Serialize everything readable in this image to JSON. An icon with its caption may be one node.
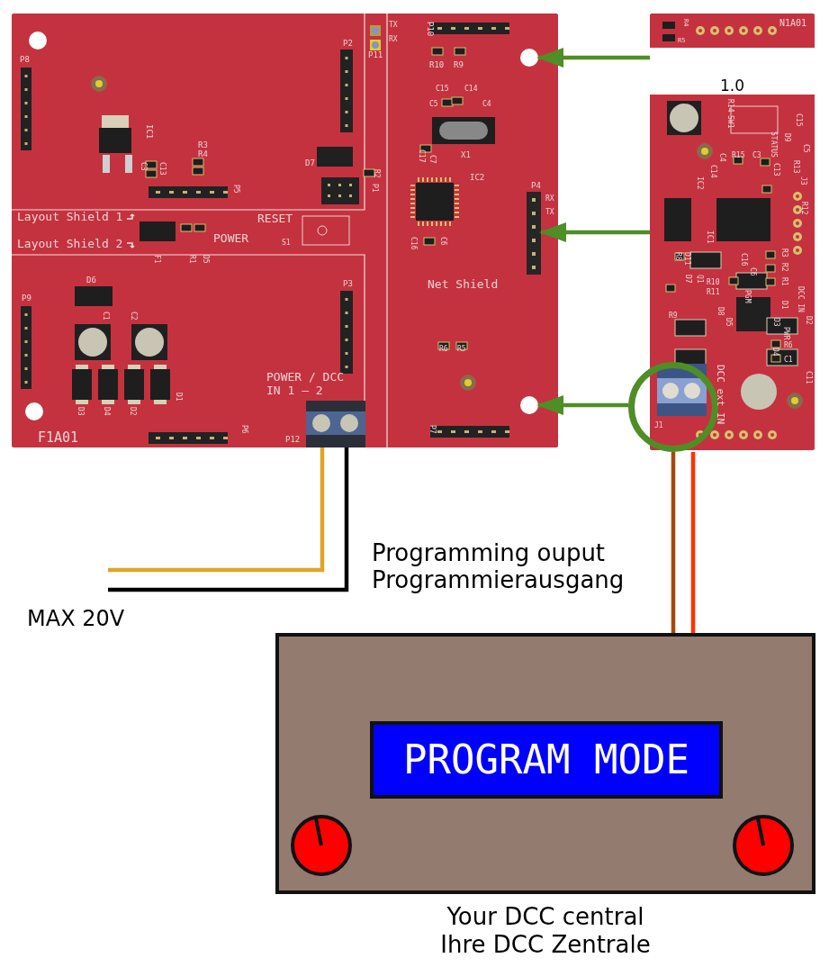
{
  "diagram": {
    "nodes": [
      {
        "text": [],
        "shape": "picture"
      },
      {
        "text": [],
        "shape": "circle",
        "in": 0
      },
      {
        "text": [],
        "shape": "bar",
        "in": 0
      },
      {
        "text": [],
        "shape": "circle",
        "in": 0
      },
      {
        "text": [],
        "shape": "picture"
      },
      {
        "text": [],
        "shape": "circle"
      },
      {
        "text": [],
        "shape": "box",
        "in": 0
      },
      {
        "text": [],
        "shape": "box",
        "beside": [
          "Your DCC central Ihre DCC Zentrale"
        ]
      },
      {
        "text": [
          "PROGRAM MODE"
        ],
        "in": 7
      }
    ],
    "edges": [
      {
        "from": 4,
        "to": 1,
        "arrow": "to",
        "color": "#4f8e26"
      },
      {
        "from": 4,
        "to": 2,
        "arrow": "to",
        "color": "#4f8e26"
      },
      {
        "from": 5,
        "to": 3,
        "arrow": "to",
        "color": "#4f8e26"
      },
      {
        "from": 6,
        "to": null,
        "arrow": "none",
        "color": "#e0a526"
      },
      {
        "from": 6,
        "to": null,
        "arrow": "none",
        "color": "#000000"
      },
      {
        "from": 5,
        "to": 7,
        "arrow": "none",
        "color": "#a8480a"
      },
      {
        "from": 5,
        "to": 7,
        "arrow": "none",
        "color": "#ff3300"
      }
    ],
    "labels": [
      "TX",
      "RX",
      "P8",
      "P2",
      "P11",
      "P10",
      "R4",
      "N1A01",
      "R5",
      "R10",
      "R9",
      "1.0",
      "C15",
      "C14",
      "C5",
      "C4",
      "R14",
      "SW1",
      "C15",
      "IC1",
      "D9",
      "STATUS",
      "C5",
      "R3",
      "R4",
      "D7",
      "X1",
      "C17",
      "C7",
      "R15",
      "C3",
      "C4",
      "C14",
      "C13",
      "R13",
      "C3",
      "C13",
      "R2",
      "IC2",
      "IC2",
      "J3",
      "P5",
      "P1",
      "P4",
      "RX",
      "TX",
      "R12",
      "Layout Shield 1",
      "RESET",
      "POWER",
      "S1",
      "Layout Shield 2",
      "IC1",
      "C16",
      "C6",
      "F1",
      "R1",
      "D5",
      "D6",
      "P3",
      "Net Shield",
      "R8",
      "D11",
      "D7",
      "Q1",
      "R10",
      "C16",
      "C6",
      "R3",
      "R2",
      "R1",
      "R11",
      "PGM",
      "DCC IN",
      "D1",
      "P9",
      "R9",
      "D8",
      "D5",
      "D3",
      "D2",
      "PWR",
      "C1",
      "C2",
      "R6",
      "R5",
      "R6",
      "C1",
      "D4",
      "C11",
      "DCC ext IN",
      "POWER / DCC IN 1 – 2",
      "D3",
      "D4",
      "D2",
      "D1",
      "P6",
      "P7",
      "J1",
      "F1A01",
      "P12",
      "Programming ouput Programmierausgang",
      "MAX 20V"
    ]
  }
}
